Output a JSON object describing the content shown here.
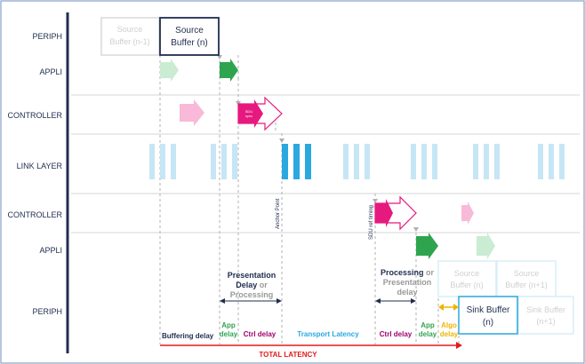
{
  "lanes": [
    {
      "key": "periph_top",
      "label": "PERIPH"
    },
    {
      "key": "appli_top",
      "label": "APPLI"
    },
    {
      "key": "controller_top",
      "label": "CONTROLLER"
    },
    {
      "key": "link_layer",
      "label": "LINK LAYER"
    },
    {
      "key": "controller_bottom",
      "label": "CONTROLLER"
    },
    {
      "key": "appli_bottom",
      "label": "APPLI"
    },
    {
      "key": "periph_bottom",
      "label": "PERIPH"
    }
  ],
  "buffers": {
    "source_prev": "Source Buffer (n-1)",
    "source_n": "Source Buffer (n)",
    "source_n_bottom": "Source Buffer (n)",
    "source_n1_bottom": "Source Buffer (n+1)",
    "sink_n": "Sink Buffer (n)",
    "sink_n1": "Sink Buffer (n+1)"
  },
  "arrow_labels": {
    "sdu_sync": "SDU sync",
    "anchor_point": "Anchor Point",
    "sdu_ref_timing": "SDU ref timing"
  },
  "annotations": {
    "presentation_line1": "Presentation",
    "presentation_line2_a": "Delay",
    "presentation_line2_b": " or",
    "presentation_line3": "Processing",
    "processing_line1_a": "Processing",
    "processing_line1_b": " or",
    "processing_line2": "Presentation",
    "processing_line3": "delay"
  },
  "delays": {
    "buffering": "Buffering delay",
    "app_delay_1_l1": "App",
    "app_delay_1_l2": "delay",
    "ctrl_delay_1": "Ctrl delay",
    "transport": "Transport Latency",
    "ctrl_delay_2": "Ctrl delay",
    "app_delay_2_l1": "App",
    "app_delay_2_l2": "delay",
    "algo_l1": "Algo",
    "algo_l2": "delay"
  },
  "total_latency": "TOTAL LATENCY",
  "colors": {
    "navy": "#1f2d4e",
    "green": "#2ea44f",
    "pink": "#e6197e",
    "link_blue": "#2aa8e0",
    "transport_blue": "#2aa8e0",
    "red": "#e31a1c",
    "purple": "#a0006a",
    "yellow": "#f0b400",
    "gray": "#999999"
  }
}
